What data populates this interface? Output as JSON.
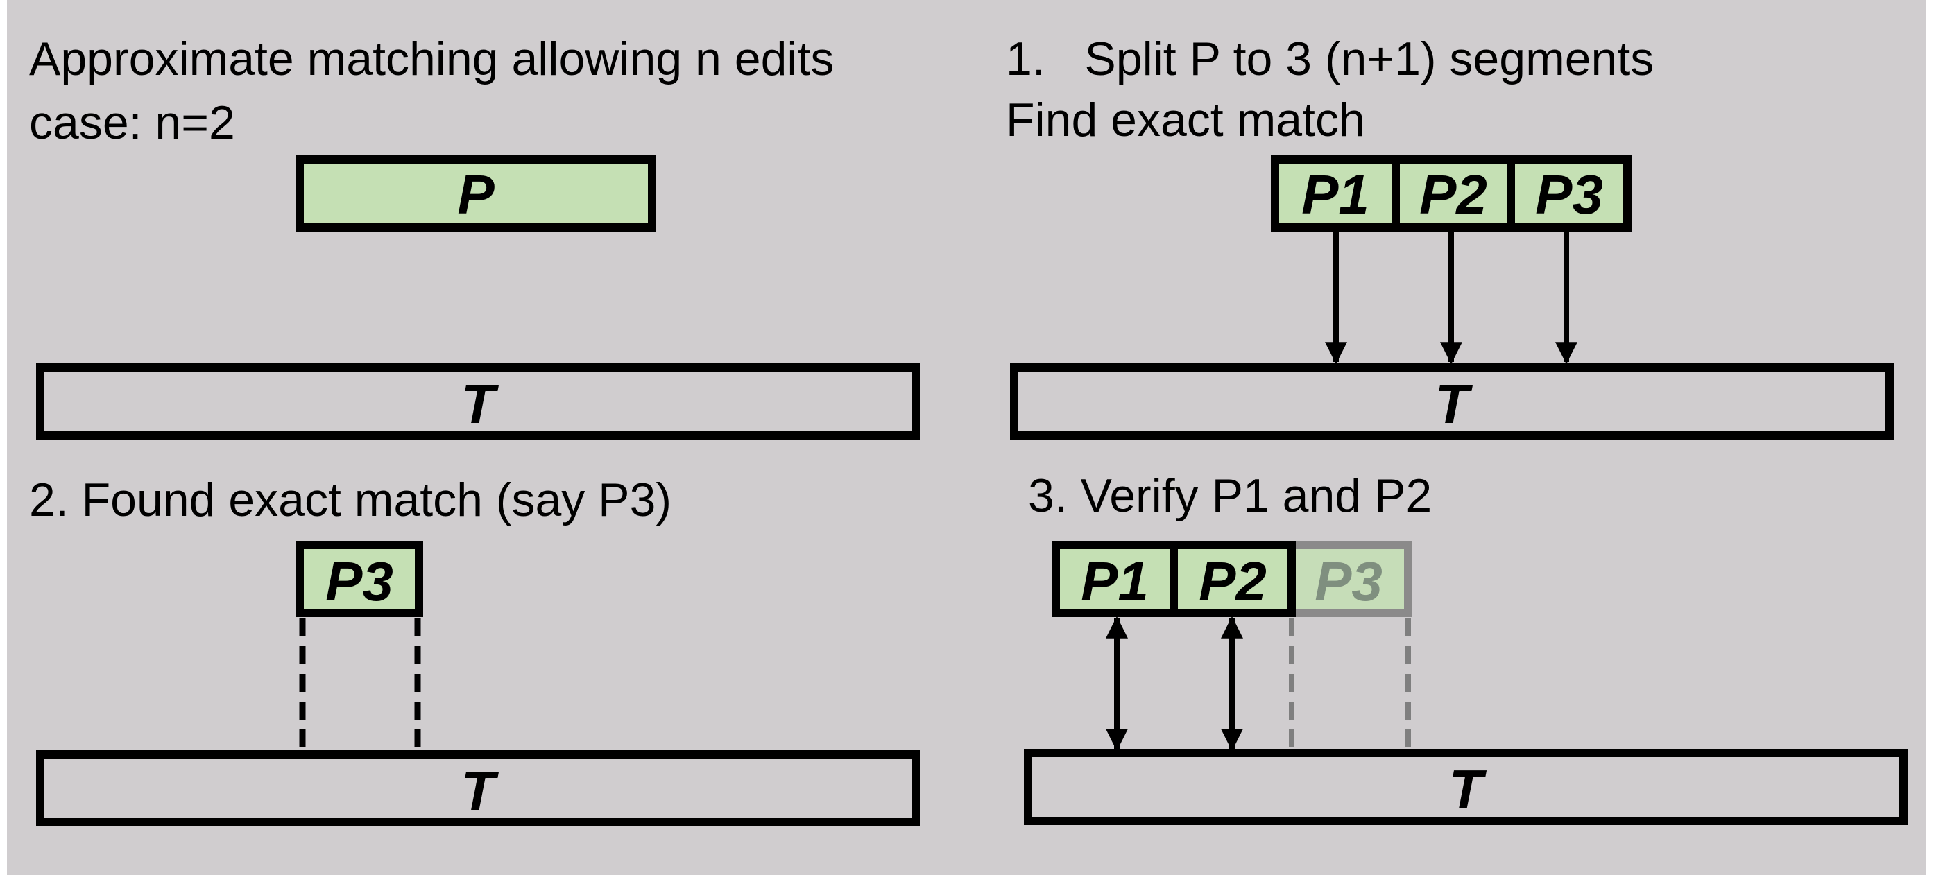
{
  "colors": {
    "background": "#d0cdcf",
    "segment_fill": "#c5e0b4",
    "stroke": "#000000",
    "faded_stroke": "#7f7f7f",
    "faded_text": "#7f8f7f"
  },
  "panel1": {
    "caption_line1": "Approximate matching allowing n edits",
    "caption_line2": "case: n=2",
    "pattern_label": "P",
    "text_label": "T"
  },
  "panel2": {
    "caption": "2. Found exact match (say P3)",
    "segment_label": "P3",
    "text_label": "T"
  },
  "panel3": {
    "caption_line1": "1.   Split P to 3 (n+1) segments",
    "caption_line2": "Find exact match",
    "segment_labels": [
      "P1",
      "P2",
      "P3"
    ],
    "text_label": "T"
  },
  "panel4": {
    "caption": "3. Verify P1 and P2",
    "segment_labels": [
      "P1",
      "P2",
      "P3"
    ],
    "text_label": "T"
  }
}
